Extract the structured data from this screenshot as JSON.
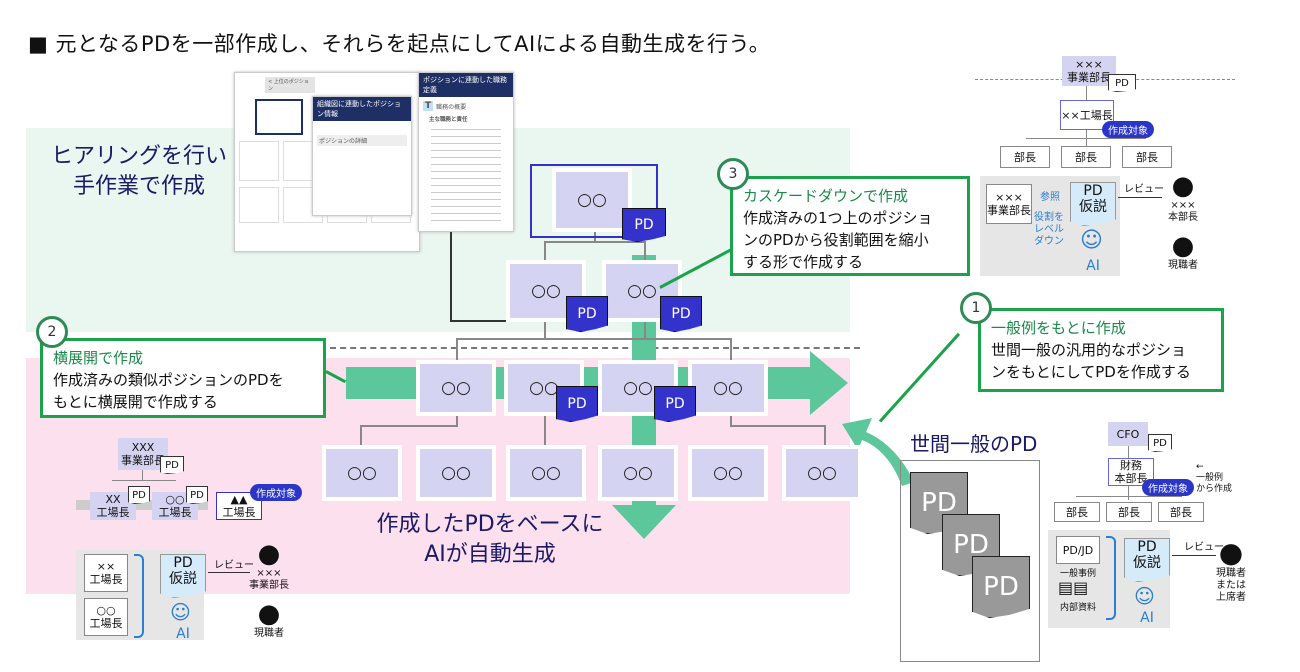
{
  "title": "■ 元となるPDを一部作成し、それらを起点にしてAIによる自動生成を行う。",
  "zones": {
    "manual_label_line1": "ヒアリングを行い",
    "manual_label_line2": "手作業で作成",
    "auto_label_line1": "作成したPDをベースに",
    "auto_label_line2": "AIが自動生成"
  },
  "org_chart": {
    "node_label": "○○",
    "pd_label": "PD",
    "levels": [
      {
        "name": "top",
        "count": 1,
        "pd_count": 1
      },
      {
        "name": "level2",
        "count": 2,
        "pd_count": 2
      },
      {
        "name": "level3",
        "count": 4,
        "pd_count": 2
      },
      {
        "name": "level4",
        "count": 6,
        "pd_count": 0
      }
    ]
  },
  "embedded_screenshot": {
    "back_button": "< 上位のポジション",
    "panel1_title": "組織図に連動したポジション情報",
    "panel1_section": "ポジションの詳細",
    "panel2_title": "ポジションに連動した職務定義",
    "panel2_heading": "職務の概要",
    "panel2_subheading": "主な職務と責任"
  },
  "callouts": [
    {
      "number": "1",
      "head": "一般例をもとに作成",
      "body_line1": "世間一般の汎用的なポジショ",
      "body_line2": "ンをもとにしてPDを作成する"
    },
    {
      "number": "2",
      "head": "横展開で作成",
      "body_line1": "作成済みの類似ポジションのPDを",
      "body_line2": "もとに横展開で作成する"
    },
    {
      "number": "3",
      "head": "カスケードダウンで作成",
      "body_line1": "作成済みの1つ上のポジショ",
      "body_line2": "ンのPDから役割範囲を縮小",
      "body_line3": "する形で作成する"
    }
  ],
  "general_pd": {
    "title": "世間一般のPD",
    "docs": [
      "PD",
      "PD",
      "PD"
    ]
  },
  "example_cascade": {
    "top_line1": "×××",
    "top_line2": "事業部長",
    "pd": "PD",
    "target_node": "××工場長",
    "target_badge": "作成対象",
    "children": [
      "部長",
      "部長",
      "部長"
    ],
    "source_doc_line1": "×××",
    "source_doc_line2": "事業部長",
    "ref_label": "参照",
    "role_label_line1": "役割を",
    "role_label_line2": "レベル",
    "role_label_line3": "ダウン",
    "hyp_line1": "PD",
    "hyp_line2": "仮説",
    "ai": "AI",
    "review": "レビュー",
    "reviewer1_line1": "×××",
    "reviewer1_line2": "本部長",
    "reviewer2": "現職者"
  },
  "example_horizontal": {
    "top_line1": "XXX",
    "top_line2": "事業部長",
    "pd": "PD",
    "child1_line1": "XX",
    "child1_line2": "工場長",
    "child2_line1": "○○",
    "child2_line2": "工場長",
    "target_line1": "▲▲",
    "target_line2": "工場長",
    "target_badge": "作成対象",
    "doc1_line1": "××",
    "doc1_line2": "工場長",
    "doc2_line1": "○○",
    "doc2_line2": "工場長",
    "hyp_line1": "PD",
    "hyp_line2": "仮説",
    "ai": "AI",
    "review": "レビュー",
    "reviewer1_line1": "×××",
    "reviewer1_line2": "事業部長",
    "reviewer2": "現職者"
  },
  "example_general": {
    "top": "CFO",
    "pd": "PD",
    "target_line1": "財務",
    "target_line2": "本部長",
    "target_badge": "作成対象",
    "note_arrow": "←",
    "note_line1": "一般例",
    "note_line2": "から作成",
    "children": [
      "部長",
      "部長",
      "部長"
    ],
    "stack_label": "PD/JD",
    "stack_caption": "一般事例",
    "internal_caption": "内部資料",
    "hyp_line1": "PD",
    "hyp_line2": "仮説",
    "ai": "AI",
    "review": "レビュー",
    "reviewer_line1": "現職者",
    "reviewer_line2": "または",
    "reviewer_line3": "上席者"
  },
  "colors": {
    "accent_green": "#1aa34a",
    "arrow_green": "#5cc79a",
    "node_fill": "#d4d4f2",
    "pd_blue": "#3333cc",
    "zone_green": "#eaf6f0",
    "zone_pink": "#fde0ee",
    "navy_text": "#1a1a66"
  }
}
